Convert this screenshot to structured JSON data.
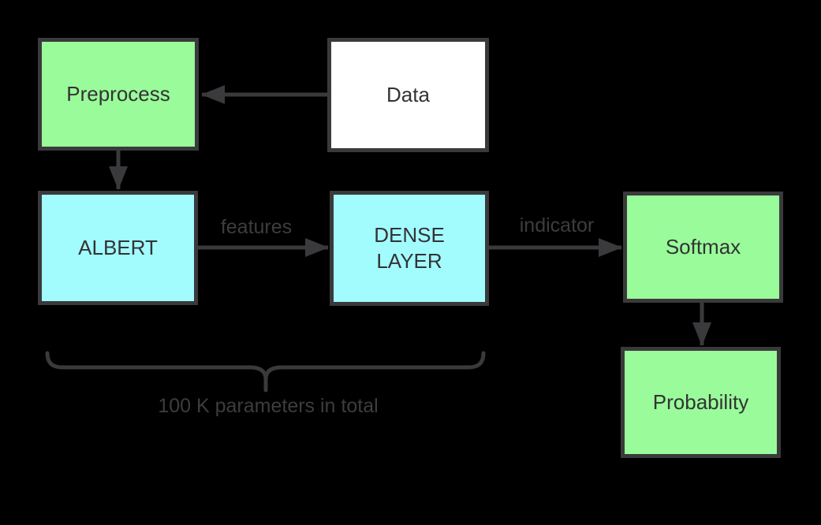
{
  "diagram": {
    "nodes": {
      "preprocess": {
        "label": "Preprocess",
        "fill": "#99FB99"
      },
      "data": {
        "label": "Data",
        "fill": "#FFFFFF"
      },
      "albert": {
        "label": "ALBERT",
        "fill": "#A2FCFE"
      },
      "dense_layer": {
        "label": "DENSE LAYER",
        "fill": "#A2FCFE"
      },
      "softmax": {
        "label": "Softmax",
        "fill": "#99FB99"
      },
      "probability": {
        "label": "Probability",
        "fill": "#99FB99"
      }
    },
    "edge_labels": {
      "features": "features",
      "indicator": "indicator"
    },
    "annotation": {
      "brace_text": "100 K parameters in total"
    },
    "colors": {
      "background": "#000000",
      "stroke": "#3A3A3C",
      "node_text": "#333335",
      "label_text": "#3D3D3F"
    }
  }
}
